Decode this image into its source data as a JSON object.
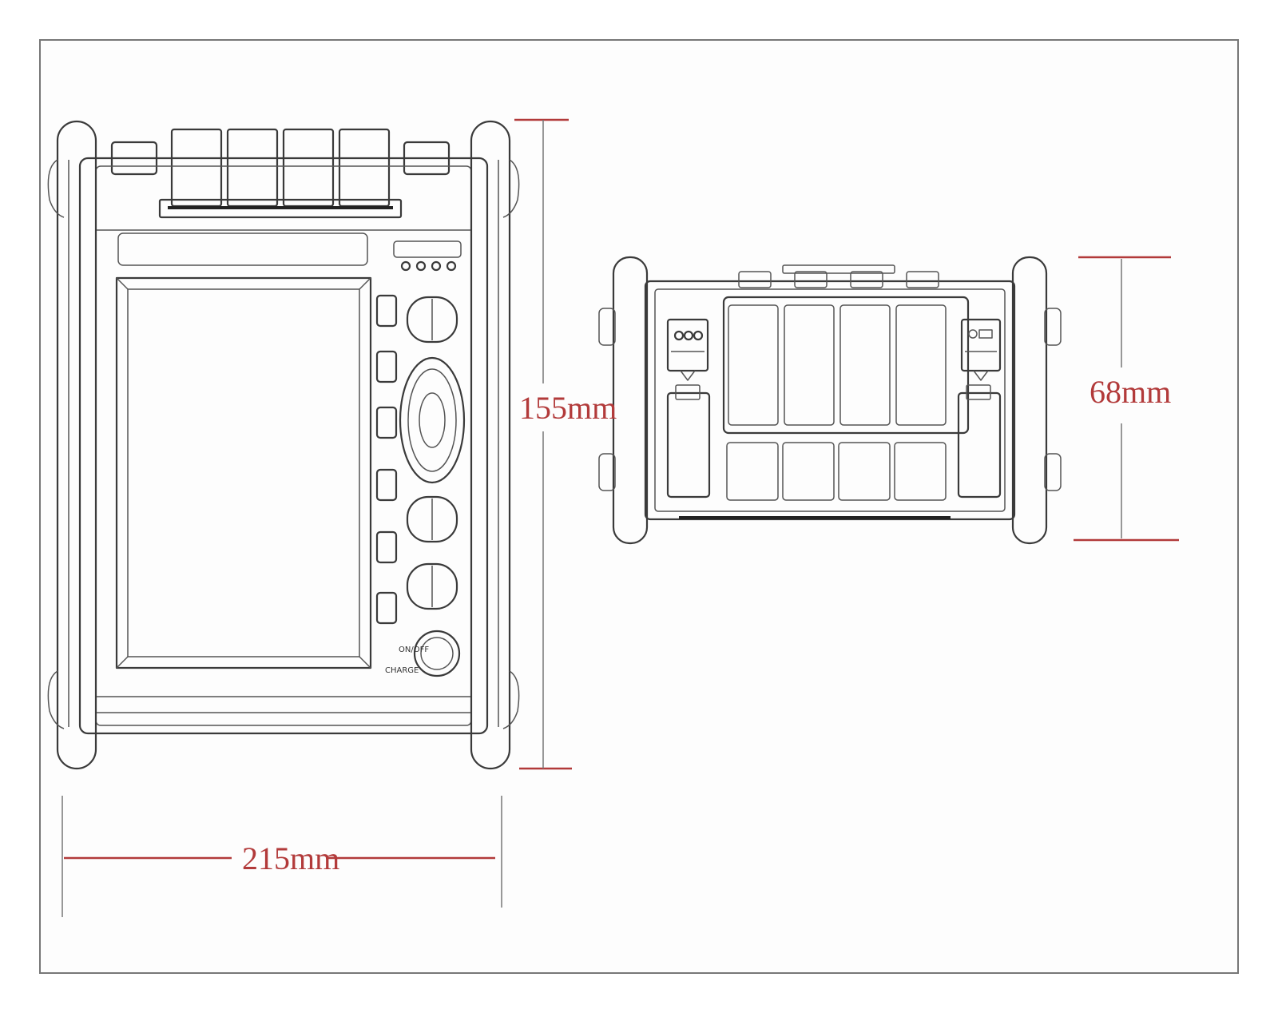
{
  "dimensions": {
    "height_label": "155mm",
    "width_label": "215mm",
    "depth_label": "68mm"
  },
  "panel": {
    "key_on_label": "ON/OFF",
    "key_charge_label": "CHARGE"
  },
  "colors": {
    "dimension": "#b23a3a",
    "outline": "#3a3a3a",
    "frame": "#555555"
  }
}
